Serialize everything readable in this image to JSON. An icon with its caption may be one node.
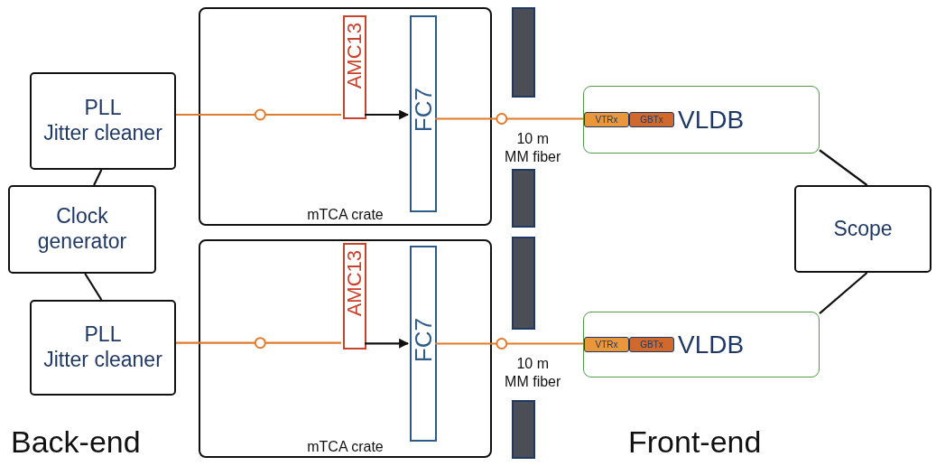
{
  "diagram": {
    "nodes": [
      {
        "text": [
          "PLL",
          "Jitter cleaner"
        ]
      },
      {
        "text": [
          "mTCA crate"
        ]
      },
      {
        "text": [
          "AMC13"
        ],
        "in": 1
      },
      {
        "text": [
          "FC7"
        ],
        "in": 1
      },
      {
        "text": [
          "VLDB"
        ]
      },
      {
        "text": [
          "VTRx"
        ],
        "in": 4
      },
      {
        "text": [
          "GBTx"
        ],
        "in": 4
      },
      {
        "text": [
          "Clock generator"
        ]
      },
      {
        "text": [
          "Scope"
        ]
      },
      {
        "text": [
          "PLL",
          "Jitter cleaner"
        ]
      },
      {
        "text": [
          "mTCA crate"
        ]
      },
      {
        "text": [
          "AMC13"
        ],
        "in": 10
      },
      {
        "text": [
          "FC7"
        ],
        "in": 10
      },
      {
        "text": [
          "VLDB"
        ]
      },
      {
        "text": [
          "VTRx"
        ],
        "in": 13
      },
      {
        "text": [
          "GBTx"
        ],
        "in": 13
      },
      {
        "text": [],
        "shape": "bar"
      },
      {
        "text": [],
        "shape": "bar"
      },
      {
        "text": [],
        "shape": "bar"
      },
      {
        "text": [],
        "shape": "bar"
      }
    ],
    "edges": [
      {
        "from": 0,
        "to": 2,
        "arrow": "none",
        "color": "#e07b2c"
      },
      {
        "from": 2,
        "to": 3,
        "arrow": "to"
      },
      {
        "from": 3,
        "to": 5,
        "arrow": "none",
        "color": "#e07b2c",
        "label": "10 m MM fiber"
      },
      {
        "from": 7,
        "to": 0,
        "arrow": "none"
      },
      {
        "from": 4,
        "to": 8,
        "arrow": "none"
      },
      {
        "from": 9,
        "to": 11,
        "arrow": "none",
        "color": "#e07b2c"
      },
      {
        "from": 11,
        "to": 12,
        "arrow": "to"
      },
      {
        "from": 12,
        "to": 14,
        "arrow": "none",
        "color": "#e07b2c",
        "label": "10 m MM fiber"
      },
      {
        "from": 7,
        "to": 9,
        "arrow": "none"
      },
      {
        "from": 13,
        "to": 8,
        "arrow": "none"
      }
    ],
    "labels": [
      "Back-end",
      "Front-end"
    ]
  }
}
